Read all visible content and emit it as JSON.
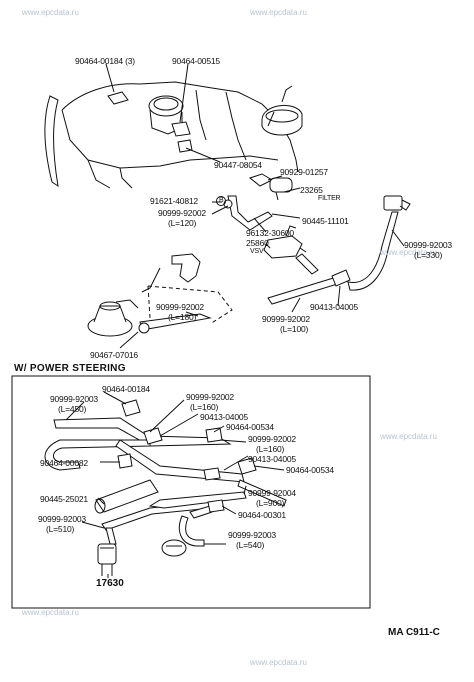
{
  "watermarks": [
    "www.epcdata.ru"
  ],
  "section_title": "W/ POWER STEERING",
  "diagram_code": "MA C911-C",
  "upper_labels": {
    "p1": "90464-00184 (3)",
    "p2": "90464-00515",
    "p3": "90447-08054",
    "p4": "90929-01257",
    "p5": "23265",
    "p5b": "FILTER",
    "p6": "91621-40812",
    "p6b": "B",
    "p7": "90999-92002",
    "p7b": "(L=120)",
    "p8": "90445-11101",
    "p9": "96132-30600",
    "p10": "25860",
    "p10b": "VSV",
    "p11": "90999-92003",
    "p11b": "(L=330)",
    "p12": "90999-92002",
    "p12b": "(L=180)",
    "p13": "90413-04005",
    "p14": "90999-92002",
    "p14b": "(L=100)",
    "p15": "90467-07016"
  },
  "lower_labels": {
    "q1": "90464-00184",
    "q2": "90999-92003",
    "q2b": "(L=450)",
    "q3": "90999-92002",
    "q3b": "(L=160)",
    "q4": "90413-04005",
    "q5": "90464-00534",
    "q6": "90999-92002",
    "q6b": "(L=160)",
    "q7": "90464-00082",
    "q8": "90413-04005",
    "q9": "90464-00534",
    "q10": "90445-25021",
    "q11": "90999-92004",
    "q11b": "(L=900)",
    "q12": "90464-00301",
    "q13": "90999-92003",
    "q13b": "(L=510)",
    "q14": "90999-92003",
    "q14b": "(L=540)",
    "q15": "17630"
  }
}
